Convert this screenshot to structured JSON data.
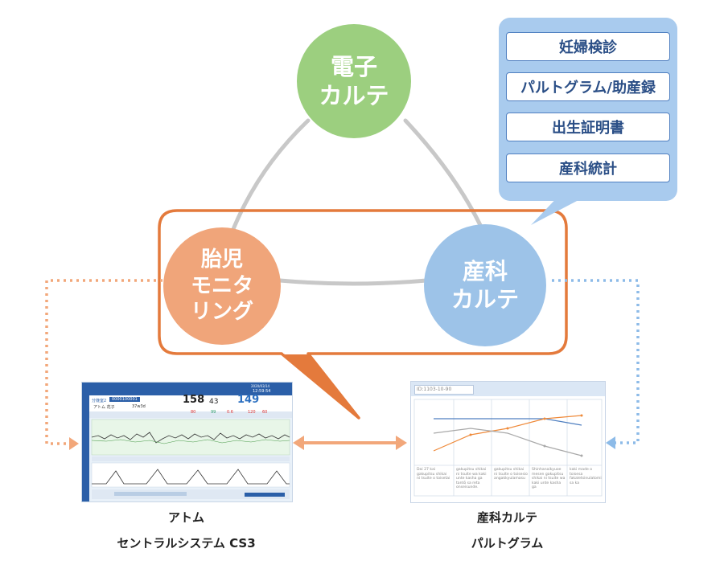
{
  "colors": {
    "denshi": "#9ccf7f",
    "taiji": "#f0a57a",
    "sanka": "#9dc3e8",
    "orange_frame": "#e47a3c",
    "gray_link": "#c8c8c8",
    "menu_bg": "#a9cbee",
    "menu_border": "#4f7fc0"
  },
  "nodes": {
    "denshi": {
      "label": "電子\nカルテ"
    },
    "taiji": {
      "label": "胎児\nモニタ\nリング"
    },
    "sanka": {
      "label": "産科\nカルテ"
    }
  },
  "menu": {
    "items": [
      "妊婦検診",
      "パルトグラム/助産録",
      "出生証明書",
      "産科統計"
    ]
  },
  "left_product": {
    "caption_line1": "アトム",
    "caption_line2": "セントラルシステム CS3",
    "screen": {
      "patient_label": "分娩室2",
      "patient_id": "0000100001",
      "patient_name": "アトム 花子",
      "weeks": "37w3d",
      "vital_1": "158",
      "vital_2": "43",
      "vital_3": "149",
      "vital_4": "80",
      "vital_5": "99",
      "vital_6": "0.6",
      "vital_7": "120",
      "vital_8": "60",
      "date": "2020/03/14",
      "time": "12:59:54"
    }
  },
  "right_product": {
    "caption_line1": "産科カルテ",
    "caption_line2": "パルトグラム",
    "screen": {
      "id_label": "ID:1103-10-90",
      "columns": [
        "Dai 27 kai gakupitsu shikai ni tsuite o toisetai",
        "gakupitsu shikai ni tsuite wa kaki unte kasha ga tantō sa reta onseisunde.",
        "gakupitsu shikai ni tsuite o toisesio angakkyulamasu",
        "Shinhanaikyuoe mesen gakupitsu shikai ni tsuite wa kaki unte kasha ga",
        "kaki made o toisesa fakaletsinulatomi sa ka"
      ]
    }
  }
}
